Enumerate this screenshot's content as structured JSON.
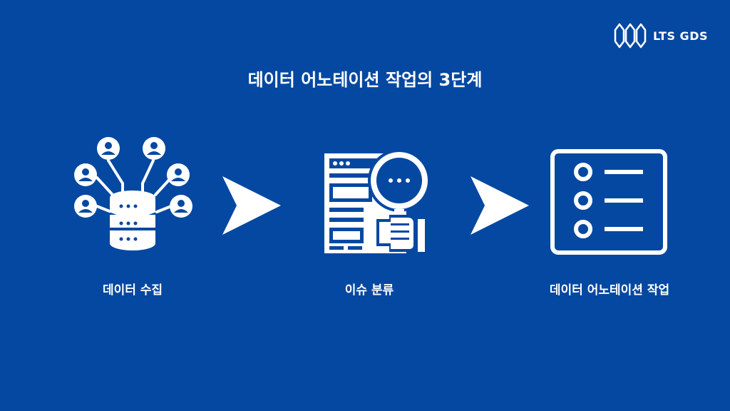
{
  "logo": {
    "text": "LTS GDS"
  },
  "title": "데이터 어노테이션 작업의 3단계",
  "steps": [
    {
      "label": "데이터 수집",
      "icon": "database-users-icon"
    },
    {
      "label": "이슈 분류",
      "icon": "document-magnifier-icon"
    },
    {
      "label": "데이터 어노테이션 작업",
      "icon": "checklist-icon"
    }
  ],
  "colors": {
    "background": "#0548a1",
    "foreground": "#ffffff"
  }
}
